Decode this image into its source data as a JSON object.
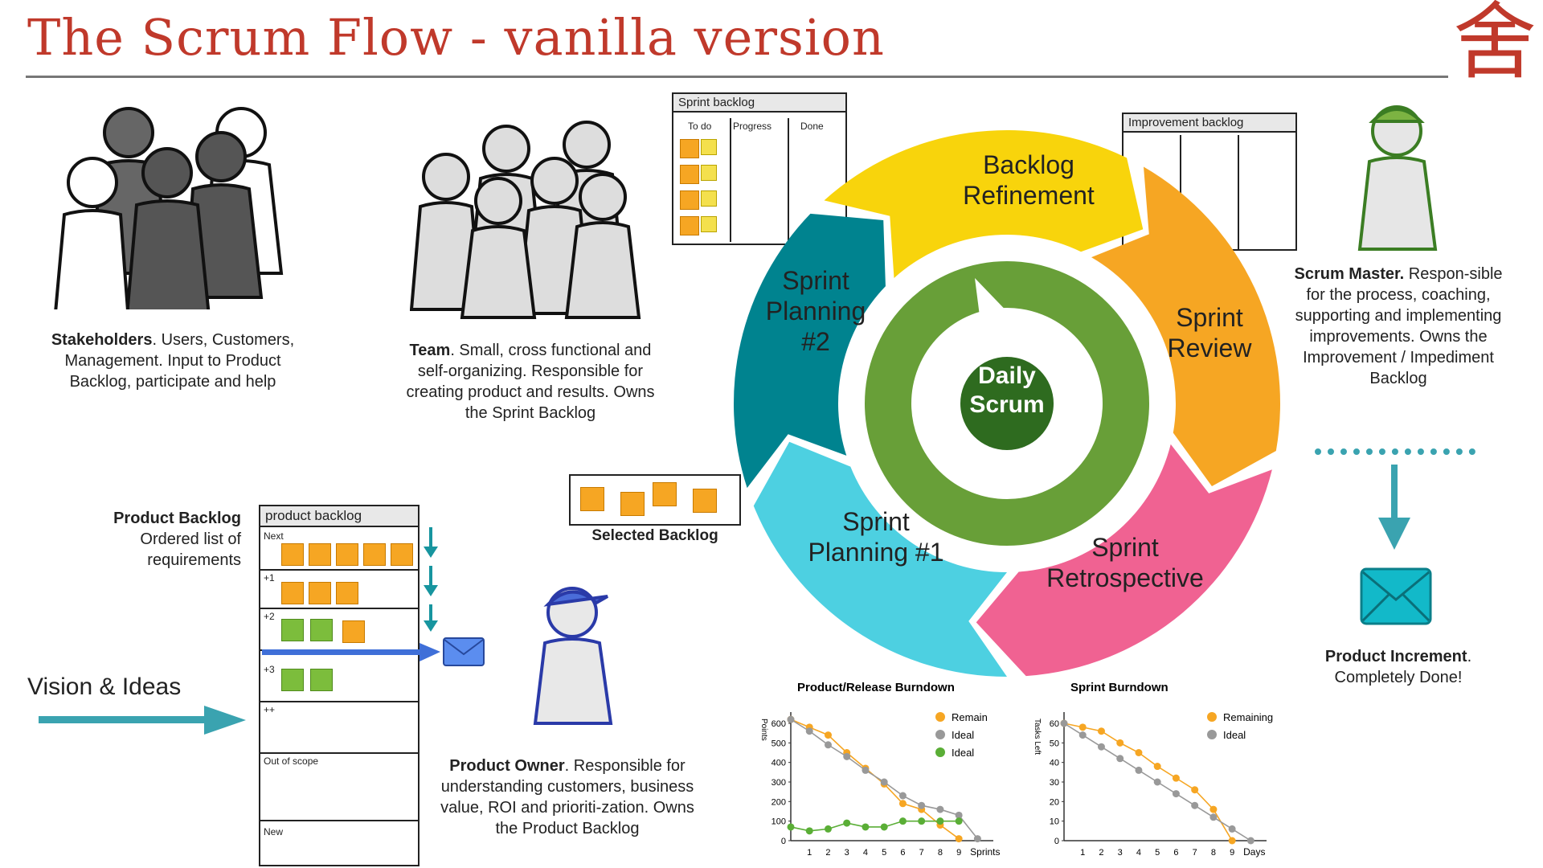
{
  "header": {
    "title": "The Scrum Flow - vanilla version",
    "logo_glyph": "舍"
  },
  "roles": {
    "stakeholders": {
      "name": "Stakeholders",
      "text": ". Users, Customers, Management. Input to Product Backlog, participate and help"
    },
    "team": {
      "name": "Team",
      "text": ". Small, cross functional and self-organizing. Responsible for creating product and results. Owns the Sprint Backlog"
    },
    "scrum_master": {
      "name": "Scrum Master.",
      "text": " Respon-sible for the process, coaching, supporting and implementing improvements. Owns the Improvement / Impediment Backlog"
    },
    "product_owner": {
      "name": "Product Owner",
      "text": ". Responsible for understanding customers, business value, ROI and prioriti-zation. Owns the Product Backlog"
    }
  },
  "boards": {
    "sprint_backlog": {
      "title": "Sprint backlog",
      "columns": [
        "To do",
        "Progress",
        "Done"
      ]
    },
    "improvement_backlog": {
      "title": "Improvement backlog"
    },
    "product_backlog": {
      "title": "product backlog",
      "rows": [
        "Next",
        "+1",
        "+2",
        "+3",
        "++",
        "Out of scope",
        "New"
      ],
      "caption_title": "Product Backlog",
      "caption_text": "Ordered list of requirements"
    },
    "selected_backlog": {
      "label": "Selected Backlog"
    }
  },
  "vision": {
    "label": "Vision & Ideas"
  },
  "cycle": {
    "phases": {
      "backlog_refinement": "Backlog Refinement",
      "sprint_review": "Sprint Review",
      "sprint_retrospective": "Sprint Retrospective",
      "sprint_planning_1": "Sprint Planning #1",
      "sprint_planning_2": "Sprint Planning #2"
    },
    "center": "Daily Scrum",
    "colors": {
      "yellow": "#f8d40c",
      "orange": "#f6a623",
      "pink": "#f06292",
      "cyan": "#4dd0e1",
      "teal": "#00838f",
      "green_ring": "#689f38",
      "dark_green": "#2e6b1f"
    }
  },
  "increment": {
    "name": "Product Increment",
    "text": ". Completely Done!"
  },
  "icons": [
    "envelope-icon",
    "down-arrow-icon",
    "right-arrow-icon",
    "person-icon"
  ],
  "chart_data": [
    {
      "type": "line",
      "title": "Product/Release  Burndown",
      "ylabel": "Points",
      "xlabel": "Sprints",
      "categories": [
        1,
        2,
        3,
        4,
        5,
        6,
        7,
        8,
        9
      ],
      "ylim": [
        0,
        600
      ],
      "yticks": [
        0,
        100,
        200,
        300,
        400,
        500,
        600
      ],
      "series": [
        {
          "name": "Remain",
          "color": "#f6a623",
          "x": [
            0,
            1,
            2,
            3,
            4,
            5,
            6,
            7,
            8,
            9
          ],
          "values": [
            620,
            580,
            540,
            450,
            370,
            290,
            190,
            160,
            80,
            10
          ]
        },
        {
          "name": "Ideal",
          "color": "#999999",
          "x": [
            0,
            1,
            2,
            3,
            4,
            5,
            6,
            7,
            8,
            9,
            10
          ],
          "values": [
            620,
            560,
            490,
            430,
            360,
            300,
            230,
            180,
            160,
            130,
            10
          ]
        },
        {
          "name": "Ideal",
          "color": "#5aae36",
          "x": [
            0,
            1,
            2,
            3,
            4,
            5,
            6,
            7,
            8,
            9
          ],
          "values": [
            70,
            50,
            60,
            90,
            70,
            70,
            100,
            100,
            100,
            100
          ]
        }
      ]
    },
    {
      "type": "line",
      "title": "Sprint Burndown",
      "ylabel": "Tasks Left",
      "xlabel": "Days",
      "categories": [
        1,
        2,
        3,
        4,
        5,
        6,
        7,
        8,
        9
      ],
      "ylim": [
        0,
        60
      ],
      "yticks": [
        0,
        10,
        20,
        30,
        40,
        50,
        60
      ],
      "series": [
        {
          "name": "Remaining",
          "color": "#f6a623",
          "x": [
            0,
            1,
            2,
            3,
            4,
            5,
            6,
            7,
            8,
            9
          ],
          "values": [
            60,
            58,
            56,
            50,
            45,
            38,
            32,
            26,
            16,
            0
          ]
        },
        {
          "name": "Ideal",
          "color": "#999999",
          "x": [
            0,
            1,
            2,
            3,
            4,
            5,
            6,
            7,
            8,
            9,
            10
          ],
          "values": [
            60,
            54,
            48,
            42,
            36,
            30,
            24,
            18,
            12,
            6,
            0
          ]
        }
      ]
    }
  ]
}
